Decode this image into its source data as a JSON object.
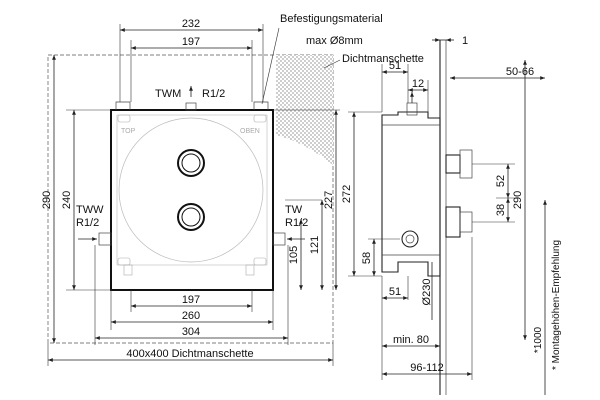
{
  "labels": {
    "w232": "232",
    "w197_top": "197",
    "befestigung_1": "Befestigungsmaterial",
    "befestigung_2": "max Ø8mm",
    "dichtmanschette_top": "Dichtmanschette",
    "one": "1",
    "d51_top": "51",
    "d12": "12",
    "d50_66": "50-66",
    "twm": "TWM",
    "twm_r": "R1/2",
    "top": "TOP",
    "oben": "OBEN",
    "tww": "TWW",
    "tww_r": "R1/2",
    "tw": "TW",
    "tw_r": "R1/2",
    "h290_left": "290",
    "h240": "240",
    "h272": "272",
    "h227": "227",
    "h105": "105",
    "h121": "121",
    "h58": "58",
    "h52": "52",
    "h38": "38",
    "h290_right": "290",
    "d51_bottom": "51",
    "d230": "Ø230",
    "w197_bottom": "197",
    "w260": "260",
    "w304": "304",
    "min80": "min. 80",
    "dichtmanschette_bottom": "400x400  Dichtmanschette",
    "d96_112": "96-112",
    "star1000": "*1000",
    "montage": "* Montagehöhen-Empfehlung"
  }
}
